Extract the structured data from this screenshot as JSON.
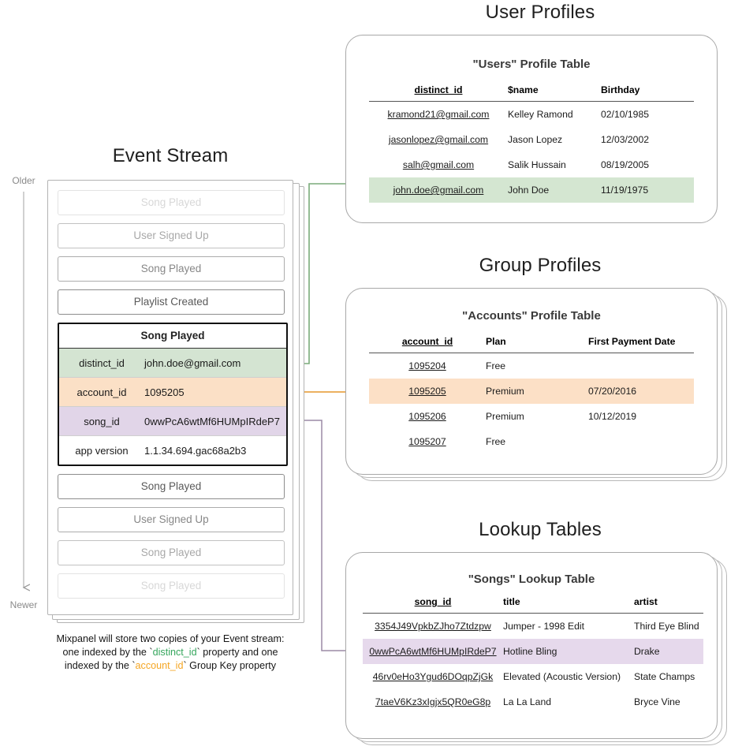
{
  "timeline": {
    "older_label": "Older",
    "newer_label": "Newer"
  },
  "event_stream": {
    "title": "Event Stream",
    "caption": {
      "line1": "Mixpanel will store two copies of your Event stream:",
      "line2_a": "one indexed by the `",
      "line2_token": "distinct_id",
      "line2_b": "` property and one",
      "line3_a": "indexed by the `",
      "line3_token": "account_id",
      "line3_b": "` Group Key property"
    },
    "events_above": [
      {
        "label": "Song Played"
      },
      {
        "label": "User Signed Up"
      },
      {
        "label": "Song Played"
      },
      {
        "label": "Playlist Created"
      }
    ],
    "expanded_event": {
      "title": "Song Played",
      "properties": [
        {
          "key": "distinct_id",
          "value": "john.doe@gmail.com",
          "highlight": "green"
        },
        {
          "key": "account_id",
          "value": "1095205",
          "highlight": "orange"
        },
        {
          "key": "song_id",
          "value": "0wwPcA6wtMf6HUMpIRdeP7",
          "highlight": "purple"
        },
        {
          "key": "app version",
          "value": "1.1.34.694.gac68a2b3",
          "highlight": "none"
        }
      ]
    },
    "events_below": [
      {
        "label": "Song Played"
      },
      {
        "label": "User Signed Up"
      },
      {
        "label": "Song Played"
      },
      {
        "label": "Song Played"
      }
    ]
  },
  "user_profiles": {
    "section_title": "User Profiles",
    "table_title": "\"Users\" Profile Table",
    "columns": [
      "distinct_id",
      "$name",
      "Birthday"
    ],
    "rows": [
      {
        "distinct_id": "kramond21@gmail.com",
        "name": "Kelley Ramond",
        "birthday": "02/10/1985",
        "highlight": "none"
      },
      {
        "distinct_id": "jasonlopez@gmail.com",
        "name": "Jason Lopez",
        "birthday": "12/03/2002",
        "highlight": "none"
      },
      {
        "distinct_id": "salh@gmail.com",
        "name": "Salik Hussain",
        "birthday": "08/19/2005",
        "highlight": "none"
      },
      {
        "distinct_id": "john.doe@gmail.com",
        "name": "John Doe",
        "birthday": "11/19/1975",
        "highlight": "green"
      }
    ]
  },
  "group_profiles": {
    "section_title": "Group Profiles",
    "table_title": "\"Accounts\" Profile Table",
    "columns": [
      "account_id",
      "Plan",
      "First Payment Date"
    ],
    "rows": [
      {
        "account_id": "1095204",
        "plan": "Free",
        "first_payment_date": "",
        "highlight": "none"
      },
      {
        "account_id": "1095205",
        "plan": "Premium",
        "first_payment_date": "07/20/2016",
        "highlight": "orange"
      },
      {
        "account_id": "1095206",
        "plan": "Premium",
        "first_payment_date": "10/12/2019",
        "highlight": "none"
      },
      {
        "account_id": "1095207",
        "plan": "Free",
        "first_payment_date": "",
        "highlight": "none"
      }
    ]
  },
  "lookup_tables": {
    "section_title": "Lookup Tables",
    "table_title": "\"Songs\" Lookup Table",
    "columns": [
      "song_id",
      "title",
      "artist"
    ],
    "rows": [
      {
        "song_id": "3354J49VpkbZJho7Ztdzpw",
        "title": "Jumper - 1998 Edit",
        "artist": "Third Eye Blind",
        "highlight": "none"
      },
      {
        "song_id": "0wwPcA6wtMf6HUMpIRdeP7",
        "title": "Hotline Bling",
        "artist": "Drake",
        "highlight": "purple"
      },
      {
        "song_id": "46rv0eHo3Ygud6DOqpZjGk",
        "title": "Elevated (Acoustic Version)",
        "artist": "State Champs",
        "highlight": "none"
      },
      {
        "song_id": "7taeV6Kz3xIgjx5QR0eG8p",
        "title": "La La Land",
        "artist": "Bryce Vine",
        "highlight": "none"
      }
    ]
  },
  "colors": {
    "green": "#7aab7a",
    "orange": "#eaa64a",
    "purple": "#a48bb0",
    "green_fill": "#d4e6d1",
    "orange_fill": "#fce0c6",
    "purple_fill": "#e6d9ec",
    "token_green": "#35a65d",
    "token_orange": "#f5a623",
    "card_border": "#a8a8a8",
    "timeline_gray": "#9a9a9a"
  }
}
